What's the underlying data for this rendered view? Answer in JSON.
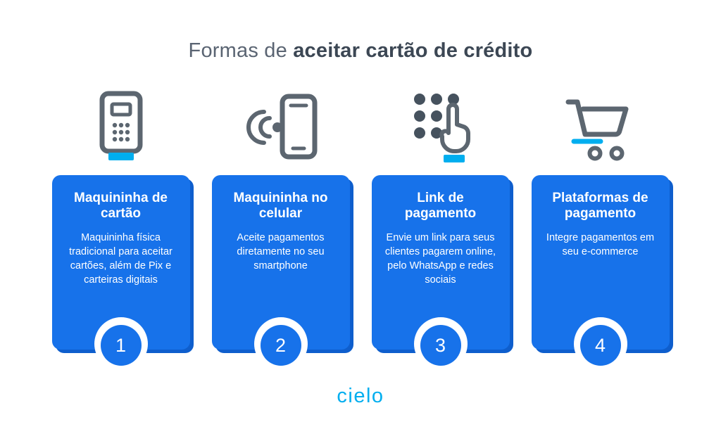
{
  "title": {
    "normal": "Formas de ",
    "bold": "aceitar cartão de crédito"
  },
  "columns": [
    {
      "icon": "pos-terminal-icon",
      "heading": "Maquininha de cartão",
      "description": "Maquininha física tradicional para aceitar cartões, além de Pix e carteiras digitais",
      "number": "1"
    },
    {
      "icon": "phone-nfc-icon",
      "heading": "Maquininha no celular",
      "description": "Aceite pagamentos diretamente no seu smartphone",
      "number": "2"
    },
    {
      "icon": "keypad-hand-icon",
      "heading": "Link de pagamento",
      "description": "Envie um link para seus clientes pagarem online, pelo WhatsApp e redes sociais",
      "number": "3"
    },
    {
      "icon": "shopping-cart-icon",
      "heading": "Plataformas de pagamento",
      "description": "Integre pagamentos em seu e-commerce",
      "number": "4"
    }
  ],
  "footer": {
    "logo": "cielo"
  },
  "colors": {
    "card_blue": "#1772ea",
    "card_shadow_blue": "#0e5ecd",
    "accent_cyan": "#00aeef",
    "icon_gray": "#5c6670",
    "title_gray": "#5a6472",
    "title_bold_gray": "#3c4754"
  }
}
